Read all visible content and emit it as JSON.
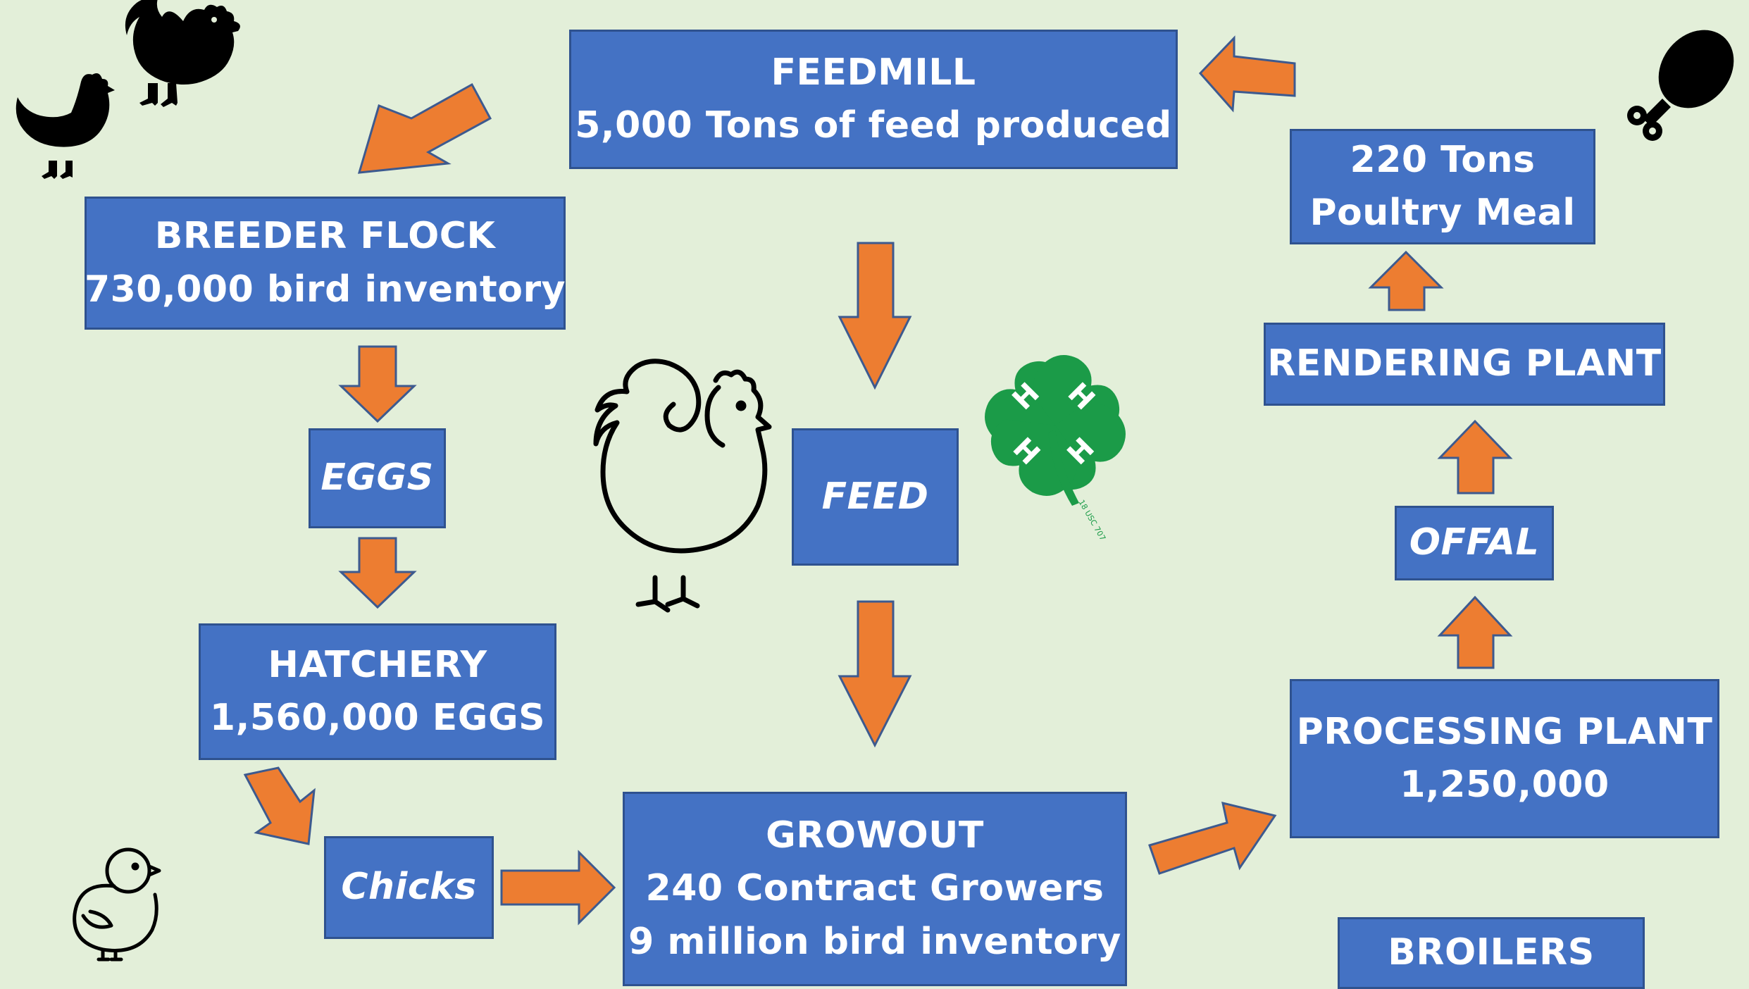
{
  "feedmill": {
    "title": "FEEDMILL",
    "detail": "5,000 Tons of feed produced"
  },
  "breeder": {
    "title": "BREEDER FLOCK",
    "detail": "730,000 bird inventory"
  },
  "eggs": {
    "label": "EGGS"
  },
  "hatchery": {
    "title": "HATCHERY",
    "detail": "1,560,000 EGGS"
  },
  "chicks": {
    "label": "Chicks"
  },
  "feed": {
    "label": "FEED"
  },
  "growout": {
    "title": "GROWOUT",
    "line2": "240 Contract Growers",
    "line3": "9 million bird inventory"
  },
  "processing": {
    "title": "PROCESSING PLANT",
    "detail": "1,250,000"
  },
  "offal": {
    "label": "OFFAL"
  },
  "rendering": {
    "label": "RENDERING PLANT"
  },
  "meal": {
    "line1": "220 Tons",
    "line2": "Poultry Meal"
  },
  "broilers": {
    "label": "BROILERS"
  },
  "emblem": {
    "letter": "H",
    "code": "18 USC 707"
  },
  "colors": {
    "background": "#e3efd9",
    "box": "#4472c4",
    "box_border": "#2f528f",
    "arrow": "#ed7d31",
    "clover": "#1b9b48"
  }
}
